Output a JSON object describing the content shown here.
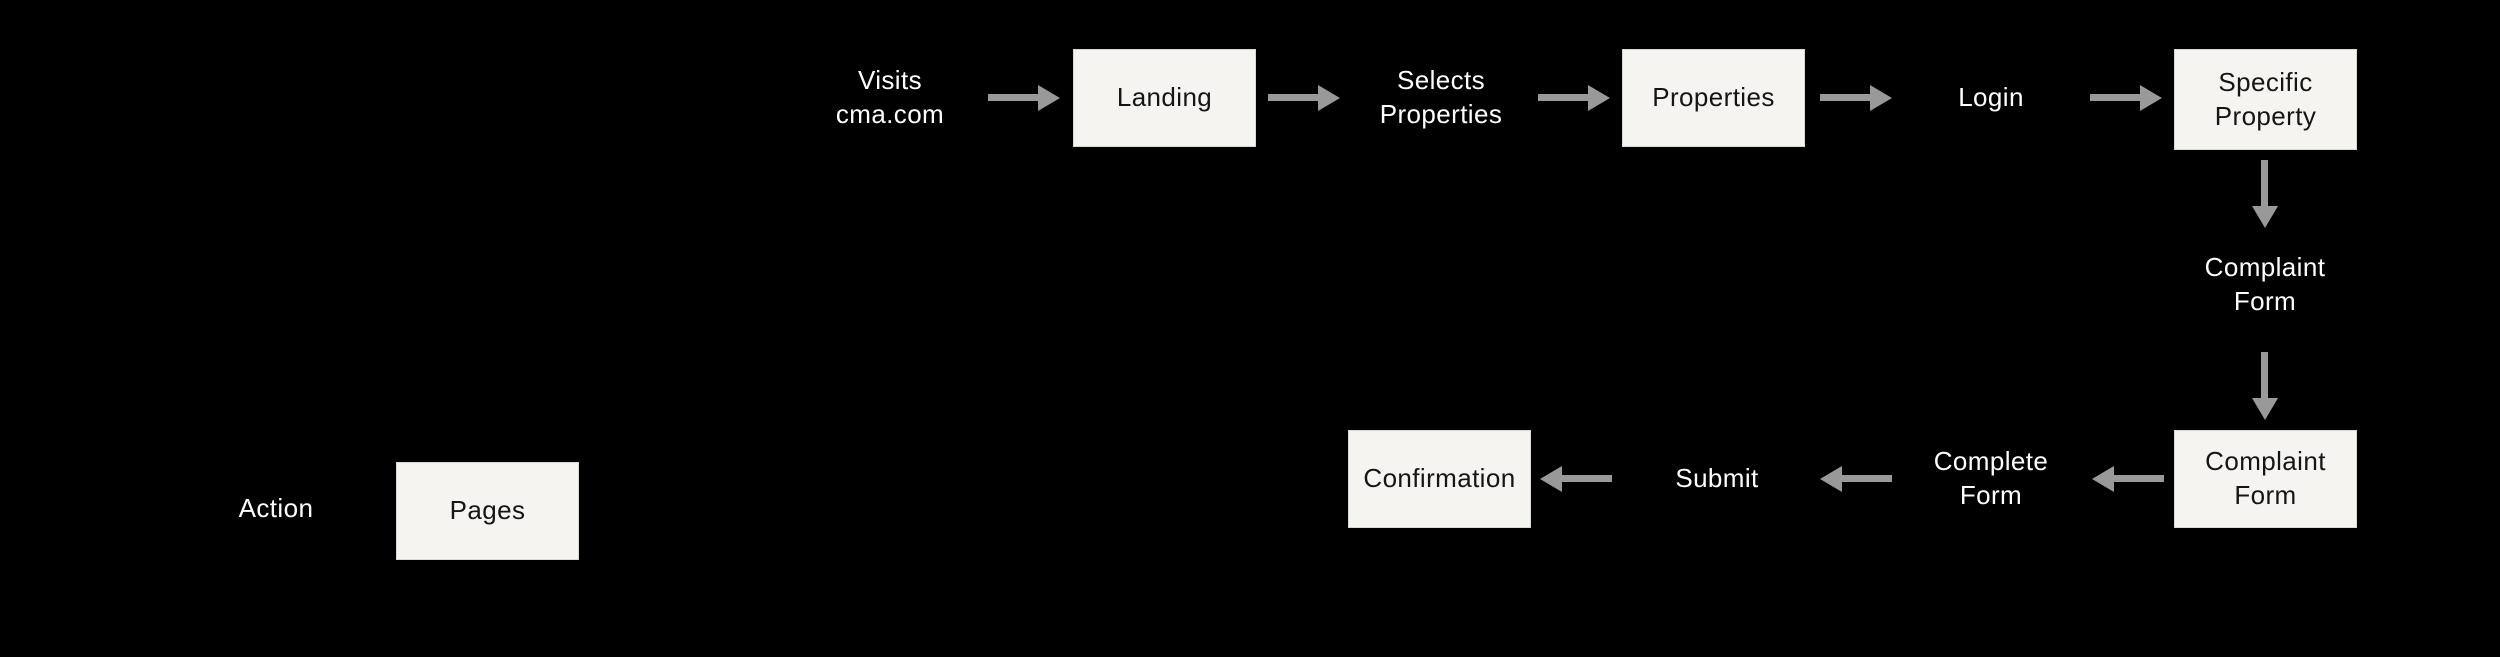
{
  "colors": {
    "canvas_bg": "#000000",
    "box_fill": "#F5F4F1",
    "box_border": "#D8D8D4",
    "box_text": "#151515",
    "label_text": "#FFFFFF",
    "arrow": "#999999"
  },
  "nodes": {
    "visits_label": "Visits\ncma.com",
    "landing_box": "Landing",
    "selects_label": "Selects\nProperties",
    "properties_box": "Properties",
    "login_label": "Login",
    "specific_property_box": "Specific\nProperty",
    "complaint_form_label": "Complaint\nForm",
    "complaint_form_box": "Complaint\nForm",
    "complete_form_label": "Complete\nForm",
    "submit_label": "Submit",
    "confirmation_box": "Confirmation"
  },
  "legend": {
    "action_label": "Action",
    "pages_label": "Pages"
  }
}
